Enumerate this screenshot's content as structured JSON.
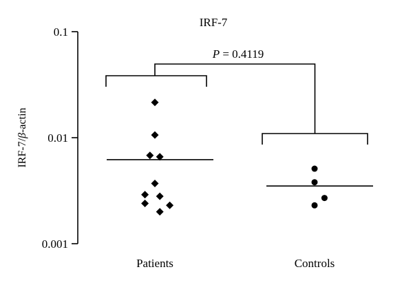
{
  "chart_data": {
    "type": "scatter",
    "title": "IRF-7",
    "ylabel_prefix": "IRF-7/",
    "ylabel_italic": "β",
    "ylabel_suffix": "-actin",
    "y_scale": "log",
    "ylim": [
      0.001,
      0.1
    ],
    "y_ticks": [
      {
        "value": 0.1,
        "label": "0.1"
      },
      {
        "value": 0.01,
        "label": "0.01"
      },
      {
        "value": 0.001,
        "label": "0.001"
      }
    ],
    "categories": [
      "Patients",
      "Controls"
    ],
    "series": [
      {
        "category": "Patients",
        "marker": "diamond",
        "points": [
          {
            "offset": 0.0,
            "value": 0.0215
          },
          {
            "offset": 0.0,
            "value": 0.0106
          },
          {
            "offset": -0.1,
            "value": 0.0068
          },
          {
            "offset": 0.1,
            "value": 0.0066
          },
          {
            "offset": 0.0,
            "value": 0.0037
          },
          {
            "offset": -0.2,
            "value": 0.0029
          },
          {
            "offset": 0.1,
            "value": 0.0028
          },
          {
            "offset": -0.2,
            "value": 0.0024
          },
          {
            "offset": 0.3,
            "value": 0.0023
          },
          {
            "offset": 0.1,
            "value": 0.002
          }
        ],
        "median": 0.0062
      },
      {
        "category": "Controls",
        "marker": "circle",
        "points": [
          {
            "offset": 0.0,
            "value": 0.0051
          },
          {
            "offset": 0.0,
            "value": 0.0038
          },
          {
            "offset": 0.2,
            "value": 0.0027
          },
          {
            "offset": 0.0,
            "value": 0.0023
          }
        ],
        "median": 0.0035
      }
    ],
    "comparison": {
      "p_symbol": "P",
      "p_text": " = 0.4119"
    },
    "grid": false
  }
}
